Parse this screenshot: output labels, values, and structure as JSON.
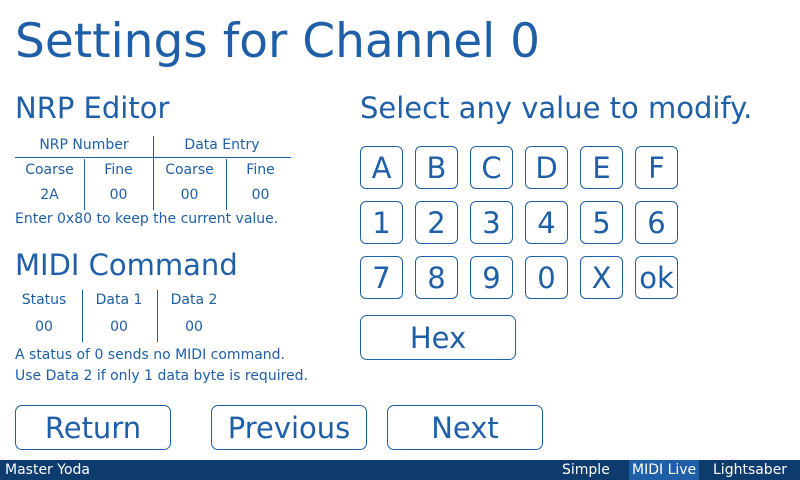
{
  "title": "Settings for Channel 0",
  "nrp": {
    "heading": "NRP Editor",
    "group_number": "NRP Number",
    "group_data": "Data Entry",
    "col_coarse": "Coarse",
    "col_fine": "Fine",
    "values": [
      "2A",
      "00",
      "00",
      "00"
    ],
    "note": "Enter 0x80 to keep the current value."
  },
  "midi": {
    "heading": "MIDI Command",
    "col_status": "Status",
    "col_data1": "Data 1",
    "col_data2": "Data 2",
    "values": [
      "00",
      "00",
      "00"
    ],
    "note1": "A status of 0 sends no MIDI command.",
    "note2": "Use Data 2 if only 1 data byte is required."
  },
  "keypad": {
    "prompt": "Select any value to modify.",
    "keys": [
      "A",
      "B",
      "C",
      "D",
      "E",
      "F",
      "1",
      "2",
      "3",
      "4",
      "5",
      "6",
      "7",
      "8",
      "9",
      "0",
      "X",
      "ok"
    ],
    "hex_label": "Hex"
  },
  "nav": {
    "return_label": "Return",
    "previous_label": "Previous",
    "next_label": "Next"
  },
  "statusbar": {
    "user": "Master Yoda",
    "mode_simple": "Simple",
    "mode_midi_live": "MIDI Live",
    "mode_lightsaber": "Lightsaber",
    "active_mode": "MIDI Live"
  },
  "colors": {
    "accent": "#1f5fa8",
    "statusbar_bg": "#0d3b6e",
    "statusbar_active": "#1f5fa8",
    "background": "#ffffff"
  }
}
